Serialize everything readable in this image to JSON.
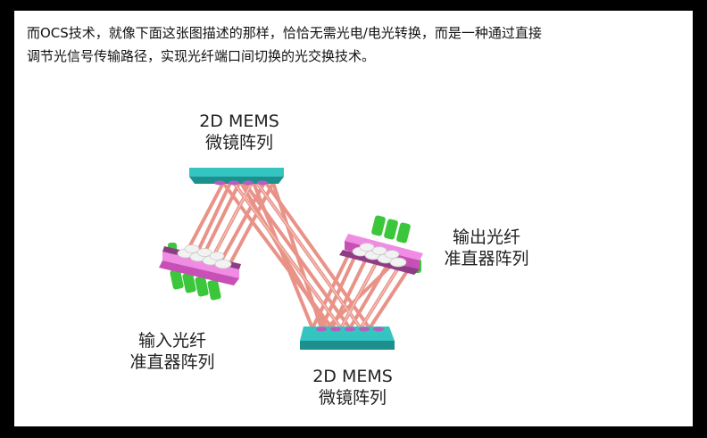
{
  "paragraph": {
    "line1": "而OCS技术，就像下面这张图描述的那样，恰恰无需光电/电光转换，而是一种通过直接",
    "line2": "调节光信号传输路径，实现光纤端口间切换的光交换技术。"
  },
  "labels": {
    "top_mems": {
      "line1": "2D MEMS",
      "line2": "微镜阵列"
    },
    "bottom_mems": {
      "line1": "2D MEMS",
      "line2": "微镜阵列"
    },
    "output_fiber": {
      "line1": "输出光纤",
      "line2": "准直器阵列"
    },
    "input_fiber": {
      "line1": "输入光纤",
      "line2": "准直器阵列"
    }
  },
  "colors": {
    "mirror_plate": "#35c5c0",
    "mirror_plate_edge": "#1d8f8d",
    "beam": "#e88d82",
    "beam_core": "#f6c7bd",
    "fiber_plate": "#c84fb5",
    "fiber_plate_light": "#f08ce3",
    "fiber_green": "#3cc63c",
    "collimator": "#f2f2f2"
  }
}
